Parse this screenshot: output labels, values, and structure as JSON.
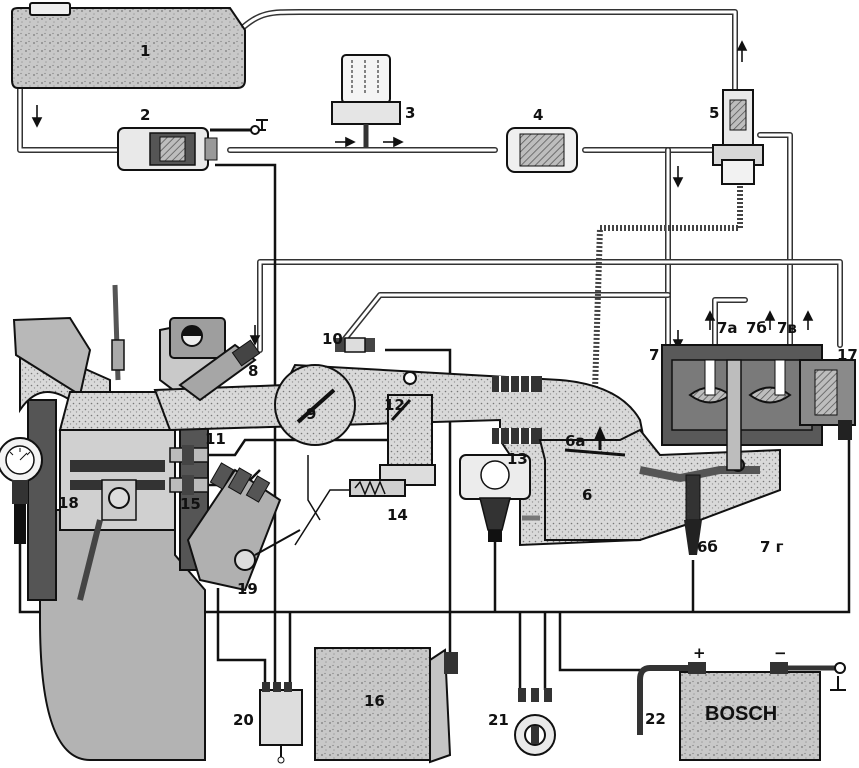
{
  "diagram": {
    "labels": {
      "fuel_tank": "1",
      "fuel_pump": "2",
      "accumulator": "3",
      "fuel_filter": "4",
      "pressure_regulator": "5",
      "air_flow_sensor": "6",
      "sensor_plate": "6а",
      "lever": "6б",
      "fuel_distributor": "7",
      "part_7a": "7а",
      "part_7b": "7б",
      "part_7v": "7в",
      "part_7g": "7 г",
      "injector": "8",
      "throttle": "9",
      "cold_start_valve": "10",
      "coolant_sensor": "11",
      "throttle_switch": "12",
      "additional_air": "13",
      "idle_screw": "14",
      "ignition_sensor": "15",
      "control_unit": "16",
      "pressure_actuator": "17",
      "lambda_probe": "18",
      "distributor": "19",
      "relay": "20",
      "ignition_switch": "21",
      "battery": "22"
    },
    "battery": {
      "brand": "BOSCH",
      "plus": "+",
      "minus": "−"
    },
    "colors": {
      "stroke": "#111111",
      "fill_grey": "#cfcfcf",
      "fill_dark": "#6a6a6a",
      "background": "#ffffff"
    }
  }
}
